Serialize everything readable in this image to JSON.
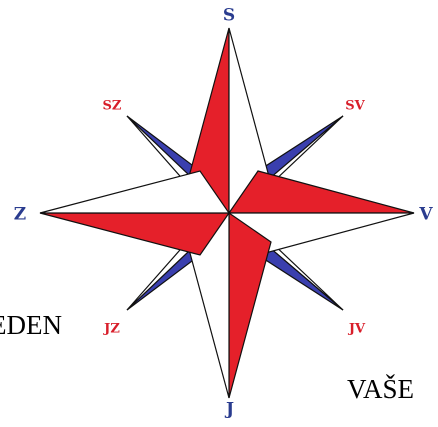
{
  "colors": {
    "red": "#e5202a",
    "blue": "#3a3fae",
    "outline": "#111111",
    "white": "#ffffff",
    "label_blue": "#2a3c8f",
    "label_red": "#d81e2a"
  },
  "directions": {
    "north": "S",
    "south": "J",
    "west": "Z",
    "east": "V",
    "northwest": "SZ",
    "northeast": "SV",
    "southwest": "JZ",
    "southeast": "JV"
  },
  "text_fragments": {
    "line1": "EDEN",
    "line2": "VAŠE"
  }
}
